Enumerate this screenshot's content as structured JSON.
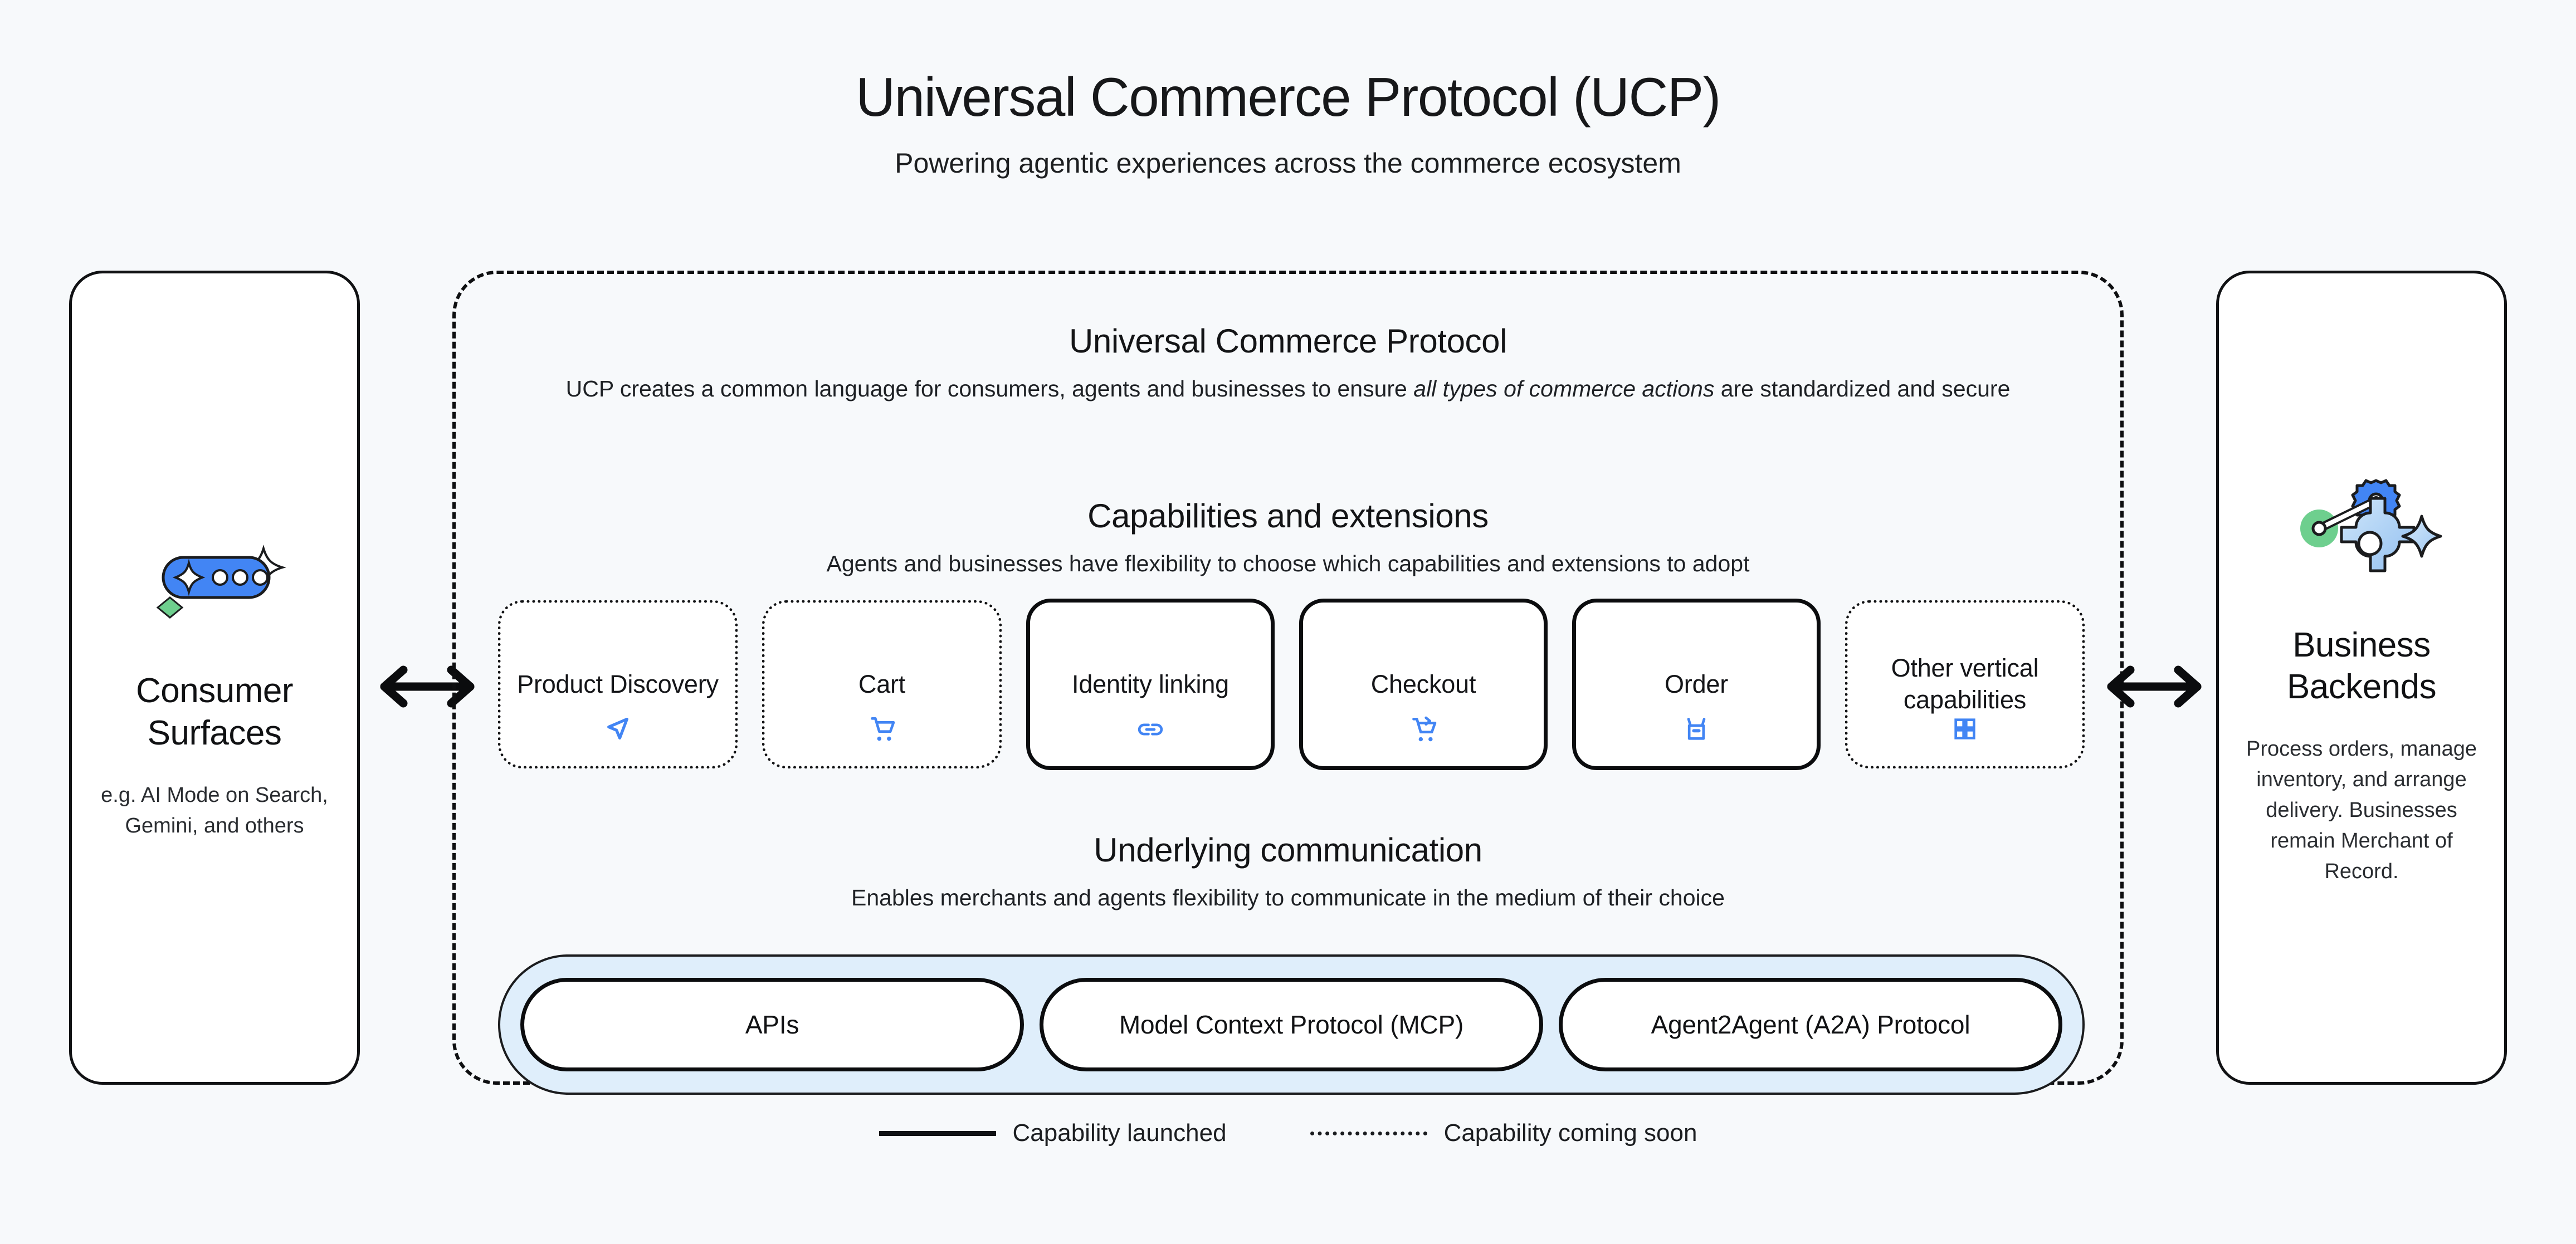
{
  "header": {
    "title": "Universal Commerce Protocol (UCP)",
    "subtitle": "Powering agentic experiences across the commerce ecosystem"
  },
  "left_panel": {
    "icon": "ai-chat-sparkle-icon",
    "title": "Consumer Surfaces",
    "description": "e.g. AI Mode on Search, Gemini, and others"
  },
  "right_panel": {
    "icon": "gears-settings-icon",
    "title": "Business Backends",
    "description": "Process orders, manage inventory, and arrange delivery. Businesses remain Merchant of Record."
  },
  "arrows": {
    "left": "double-arrow-icon",
    "right": "double-arrow-icon"
  },
  "ucp": {
    "title": "Universal Commerce Protocol",
    "description_pre": "UCP creates a common language for consumers, agents and businesses to ensure ",
    "description_em": "all types of commerce actions",
    "description_post": " are standardized and secure"
  },
  "capabilities": {
    "title": "Capabilities and extensions",
    "subtitle": "Agents and businesses have flexibility to choose which capabilities and extensions to adopt",
    "cards": [
      {
        "label": "Product Discovery",
        "status": "soon",
        "icon": "navigation-arrow-icon"
      },
      {
        "label": "Cart",
        "status": "soon",
        "icon": "shopping-cart-icon"
      },
      {
        "label": "Identity linking",
        "status": "launched",
        "icon": "link-chain-icon"
      },
      {
        "label": "Checkout",
        "status": "launched",
        "icon": "cart-checkout-icon"
      },
      {
        "label": "Order",
        "status": "launched",
        "icon": "package-box-icon"
      },
      {
        "label": "Other vertical capabilities",
        "status": "soon",
        "icon": "grid-squares-icon"
      }
    ]
  },
  "communication": {
    "title": "Underlying communication",
    "subtitle": "Enables merchants and agents flexibility to communicate in the medium of their choice",
    "pills": [
      "APIs",
      "Model Context Protocol (MCP)",
      "Agent2Agent (A2A) Protocol"
    ]
  },
  "legend": [
    {
      "style": "solid",
      "label": "Capability launched"
    },
    {
      "style": "dotted",
      "label": "Capability coming soon"
    }
  ],
  "colors": {
    "background": "#F7F9FB",
    "accent_blue": "#4285F4",
    "accent_green": "#6ECF8E",
    "light_blue": "#DFEEFB",
    "stroke": "#111214"
  }
}
